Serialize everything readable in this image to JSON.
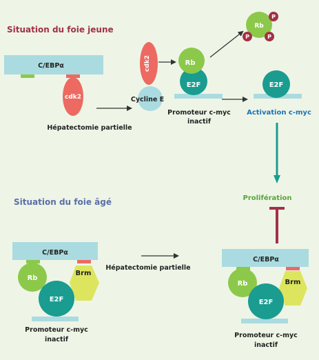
{
  "colors": {
    "background": "#eef5e6",
    "bar": "#aadbe0",
    "green": "#8cc94b",
    "teal": "#1a9c90",
    "salmon": "#ec6a61",
    "yellow": "#dde55e",
    "maroon": "#a33045",
    "blue_title": "#5a6ea8",
    "activation_blue": "#1b74b8",
    "prolif_green": "#5aa33a",
    "arrow_dark": "#333333",
    "arrow_teal": "#1a9c90"
  },
  "titles": {
    "young": "Situation du foie jeune",
    "old": "Situation du foie âgé"
  },
  "labels": {
    "cebpa": "C/EBPα",
    "cdk2": "cdk2",
    "cycline_e": "Cycline E",
    "rb": "Rb",
    "e2f": "E2F",
    "brm": "Brm",
    "p": "P",
    "hepatectomie": "Hépatectomie partielle",
    "promoteur_line1": "Promoteur c-myc",
    "promoteur_line2": "inactif",
    "activation": "Activation c-myc",
    "proliferation": "Prolifération"
  }
}
